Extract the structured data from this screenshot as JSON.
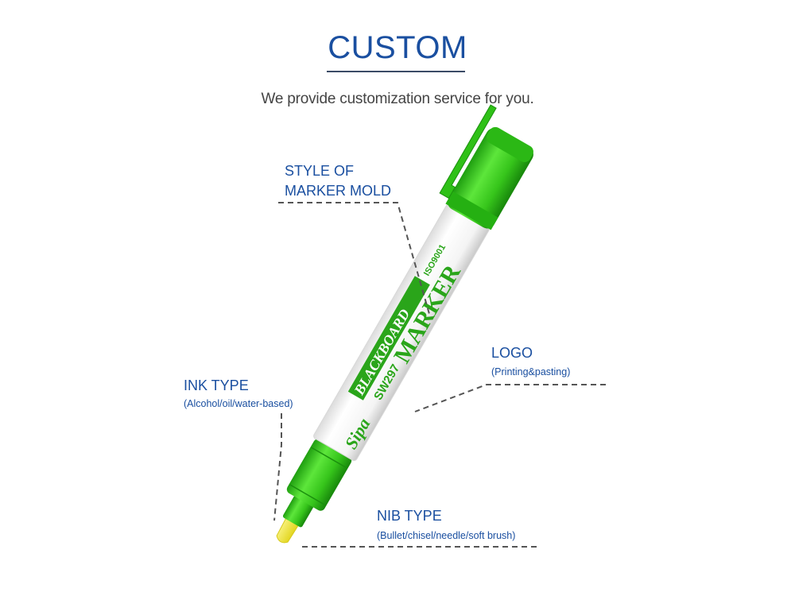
{
  "header": {
    "title": "CUSTOM",
    "subtitle": "We provide customization service for you."
  },
  "callouts": {
    "mold": {
      "line1": "STYLE OF",
      "line2": "MARKER MOLD"
    },
    "logo": {
      "title": "LOGO",
      "detail": "(Printing&pasting)"
    },
    "ink": {
      "title": "INK TYPE",
      "detail": "(Alcohol/oil/water-based)"
    },
    "nib": {
      "title": "NIB TYPE",
      "detail": "(Bullet/chisel/needle/soft brush)"
    }
  },
  "product": {
    "brand": "Sipa",
    "band": "BLACKBOARD",
    "model": "SW297",
    "name": "MARKER",
    "cert": "ISO9001",
    "colors": {
      "body": "#ffffff",
      "cap": "#3ccf1e",
      "cap_dark": "#1f9e10",
      "text": "#2aa51a",
      "tip": "#f3ea37"
    }
  }
}
